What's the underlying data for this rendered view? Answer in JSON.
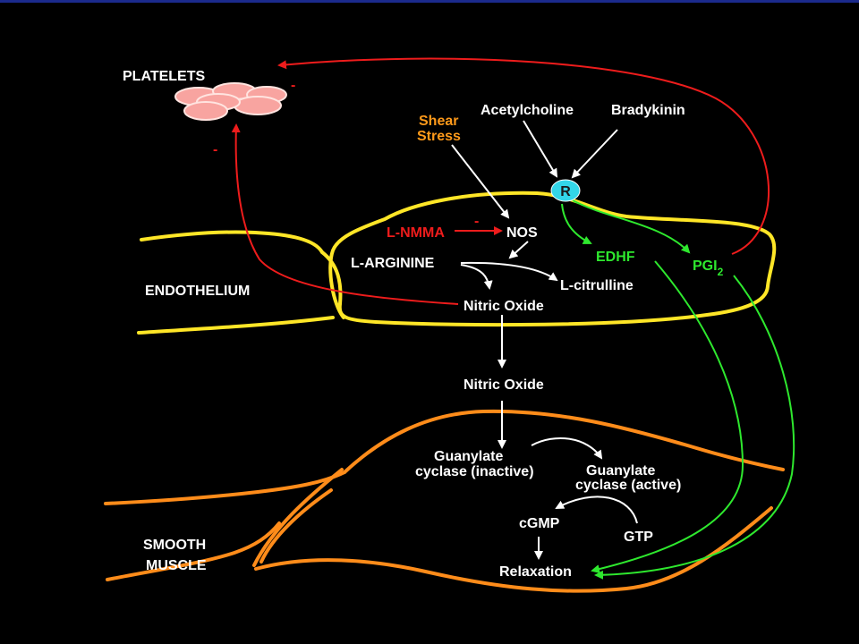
{
  "labels": {
    "platelets": "PLATELETS",
    "minus_sign": "-",
    "shear_stress_line1": "Shear",
    "shear_stress_line2": "Stress",
    "acetylcholine": "Acetylcholine",
    "bradykinin": "Bradykinin",
    "receptor": "R",
    "l_nmma": "L-NMMA",
    "nos": "NOS",
    "l_arginine": "L-ARGININE",
    "l_citrulline": "L-citrulline",
    "edhf": "EDHF",
    "pgi": "PGI",
    "pgi_subscript": "2",
    "endothelium": "ENDOTHELIUM",
    "nitric_oxide": "Nitric Oxide",
    "guanylate_inactive_line1": "Guanylate",
    "guanylate_inactive_line2": "cyclase (inactive)",
    "guanylate_active_line1": "Guanylate",
    "guanylate_active_line2": "cyclase (active)",
    "cgmp": "cGMP",
    "gtp": "GTP",
    "relaxation": "Relaxation",
    "smooth_muscle_line1": "SMOOTH",
    "smooth_muscle_line2": "MUSCLE"
  },
  "colors": {
    "background": "#000000",
    "text": "#ffffff",
    "endothelium": "#ffe627",
    "smooth_muscle": "#ff8c1a",
    "inhibition": "#ee1c1c",
    "edhf_pgi": "#2ee82e",
    "shear_stress": "#ff9a1a",
    "receptor": "#33d6e8",
    "platelet_fill": "#f8a4a0",
    "platelet_stroke": "#ffe4e0"
  }
}
